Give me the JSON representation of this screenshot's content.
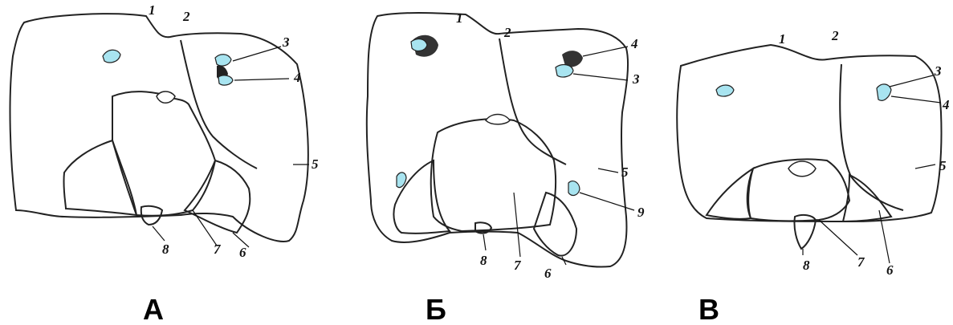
{
  "colors": {
    "bone": "#ffff00",
    "orange": "#f5a25d",
    "blue": "#1e90ff",
    "light_blue": "#a8e4f0",
    "purple": "#9b30d0",
    "outline": "#222222"
  },
  "panels": [
    {
      "caption": "А",
      "labels": {
        "l1": "1",
        "l2": "2",
        "l3": "3",
        "l4": "4",
        "l5": "5",
        "l6": "6",
        "l7": "7",
        "l8": "8"
      }
    },
    {
      "caption": "Б",
      "labels": {
        "l1": "1",
        "l2": "2",
        "l3": "3",
        "l4": "4",
        "l5": "5",
        "l6": "6",
        "l7": "7",
        "l8": "8",
        "l9": "9"
      }
    },
    {
      "caption": "В",
      "labels": {
        "l1": "1",
        "l2": "2",
        "l3": "3",
        "l4": "4",
        "l5": "5",
        "l6": "6",
        "l7": "7",
        "l8": "8"
      }
    }
  ]
}
